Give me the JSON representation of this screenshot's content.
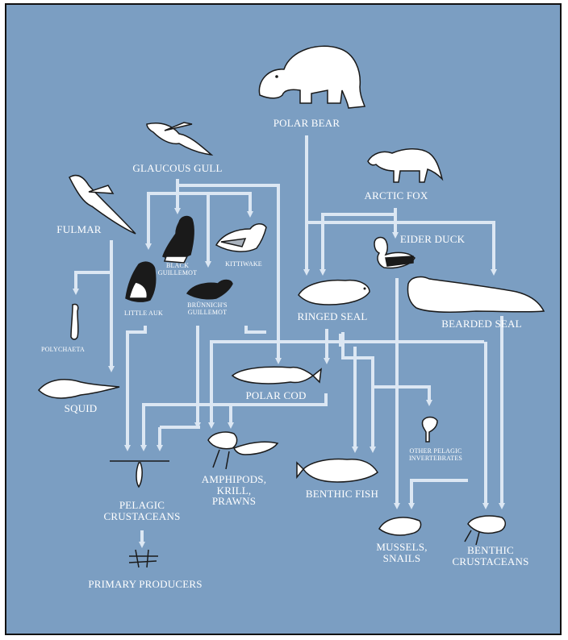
{
  "colors": {
    "background": "#7b9ec2",
    "arrow": "#dce7f3",
    "animal_fill": "#ffffff",
    "animal_outline": "#1a1a1a",
    "text": "#ffffff"
  },
  "labels": {
    "polar_bear": "POLAR BEAR",
    "glaucous_gull": "GLAUCOUS GULL",
    "arctic_fox": "ARCTIC FOX",
    "fulmar": "FULMAR",
    "eider_duck": "EIDER DUCK",
    "black_guillemot": "BLACK\nGUILLEMOT",
    "kittiwake": "KITTIWAKE",
    "brunnichs_guillemot": "BRÜNNICH'S\nGUILLEMOT",
    "little_auk": "LITTLE AUK",
    "ringed_seal": "RINGED SEAL",
    "bearded_seal": "BEARDED SEAL",
    "polychaeta": "POLYCHAETA",
    "polar_cod": "POLAR COD",
    "squid": "SQUID",
    "other_pelagic_invertebrates": "OTHER PELAGIC\nINVERTEBRATES",
    "amphipods_krill_prawns": "AMPHIPODS,\nKRILL,\nPRAWNS",
    "benthic_fish": "BENTHIC FISH",
    "pelagic_crustaceans": "PELAGIC\nCRUSTACEANS",
    "mussels_snails": "MUSSELS,\nSNAILS",
    "benthic_crustaceans": "BENTHIC\nCRUSTACEANS",
    "primary_producers": "PRIMARY PRODUCERS"
  },
  "animal_icons": [
    "polar-bear-icon",
    "glaucous-gull-icon",
    "arctic-fox-icon",
    "fulmar-icon",
    "eider-duck-icon",
    "black-guillemot-icon",
    "kittiwake-icon",
    "brunnichs-guillemot-icon",
    "little-auk-icon",
    "ringed-seal-icon",
    "bearded-seal-icon",
    "polychaeta-icon",
    "polar-cod-icon",
    "squid-icon",
    "other-pelagic-invertebrates-icon",
    "amphipods-icon",
    "benthic-fish-icon",
    "pelagic-crustaceans-icon",
    "mussels-snails-icon",
    "benthic-crustaceans-icon",
    "primary-producers-icon"
  ]
}
